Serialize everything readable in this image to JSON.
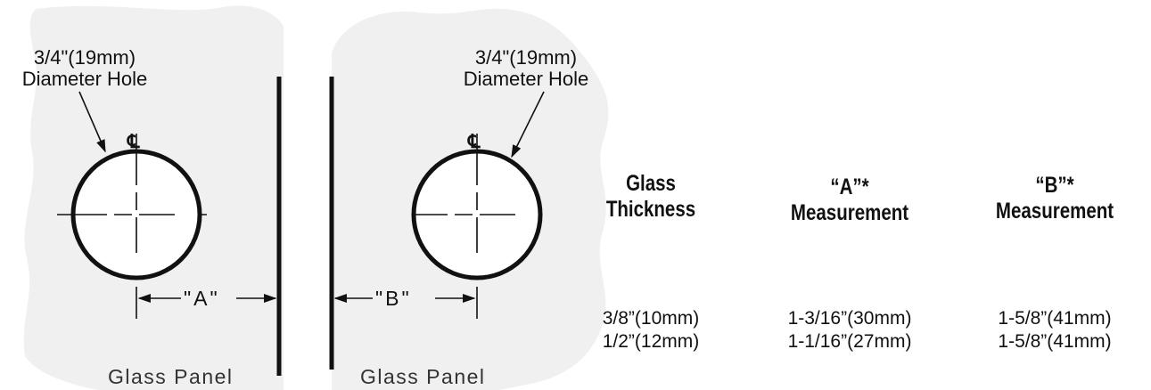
{
  "left_panel": {
    "hole_label_line1": "3/4\"(19mm)",
    "hole_label_line2": "Diameter Hole",
    "centerline_symbol": "℄",
    "dimension_label": "\"A\"",
    "panel_label": "Glass Panel"
  },
  "right_panel": {
    "hole_label_line1": "3/4\"(19mm)",
    "hole_label_line2": "Diameter Hole",
    "centerline_symbol": "℄",
    "dimension_label": "\"B\"",
    "panel_label": "Glass Panel"
  },
  "table": {
    "headers": [
      {
        "line1": "Glass",
        "line2": "Thickness"
      },
      {
        "line1": "“A”*",
        "line2": "Measurement"
      },
      {
        "line1": "“B”*",
        "line2": "Measurement"
      }
    ],
    "rows": [
      [
        "3/8”(10mm)",
        "1-3/16”(30mm)",
        "1-5/8”(41mm)"
      ],
      [
        "1/2”(12mm)",
        "1-1/16”(27mm)",
        "1-5/8”(41mm)"
      ]
    ]
  },
  "colors": {
    "glass_fill": "#f0f0f0",
    "line": "#111111"
  }
}
